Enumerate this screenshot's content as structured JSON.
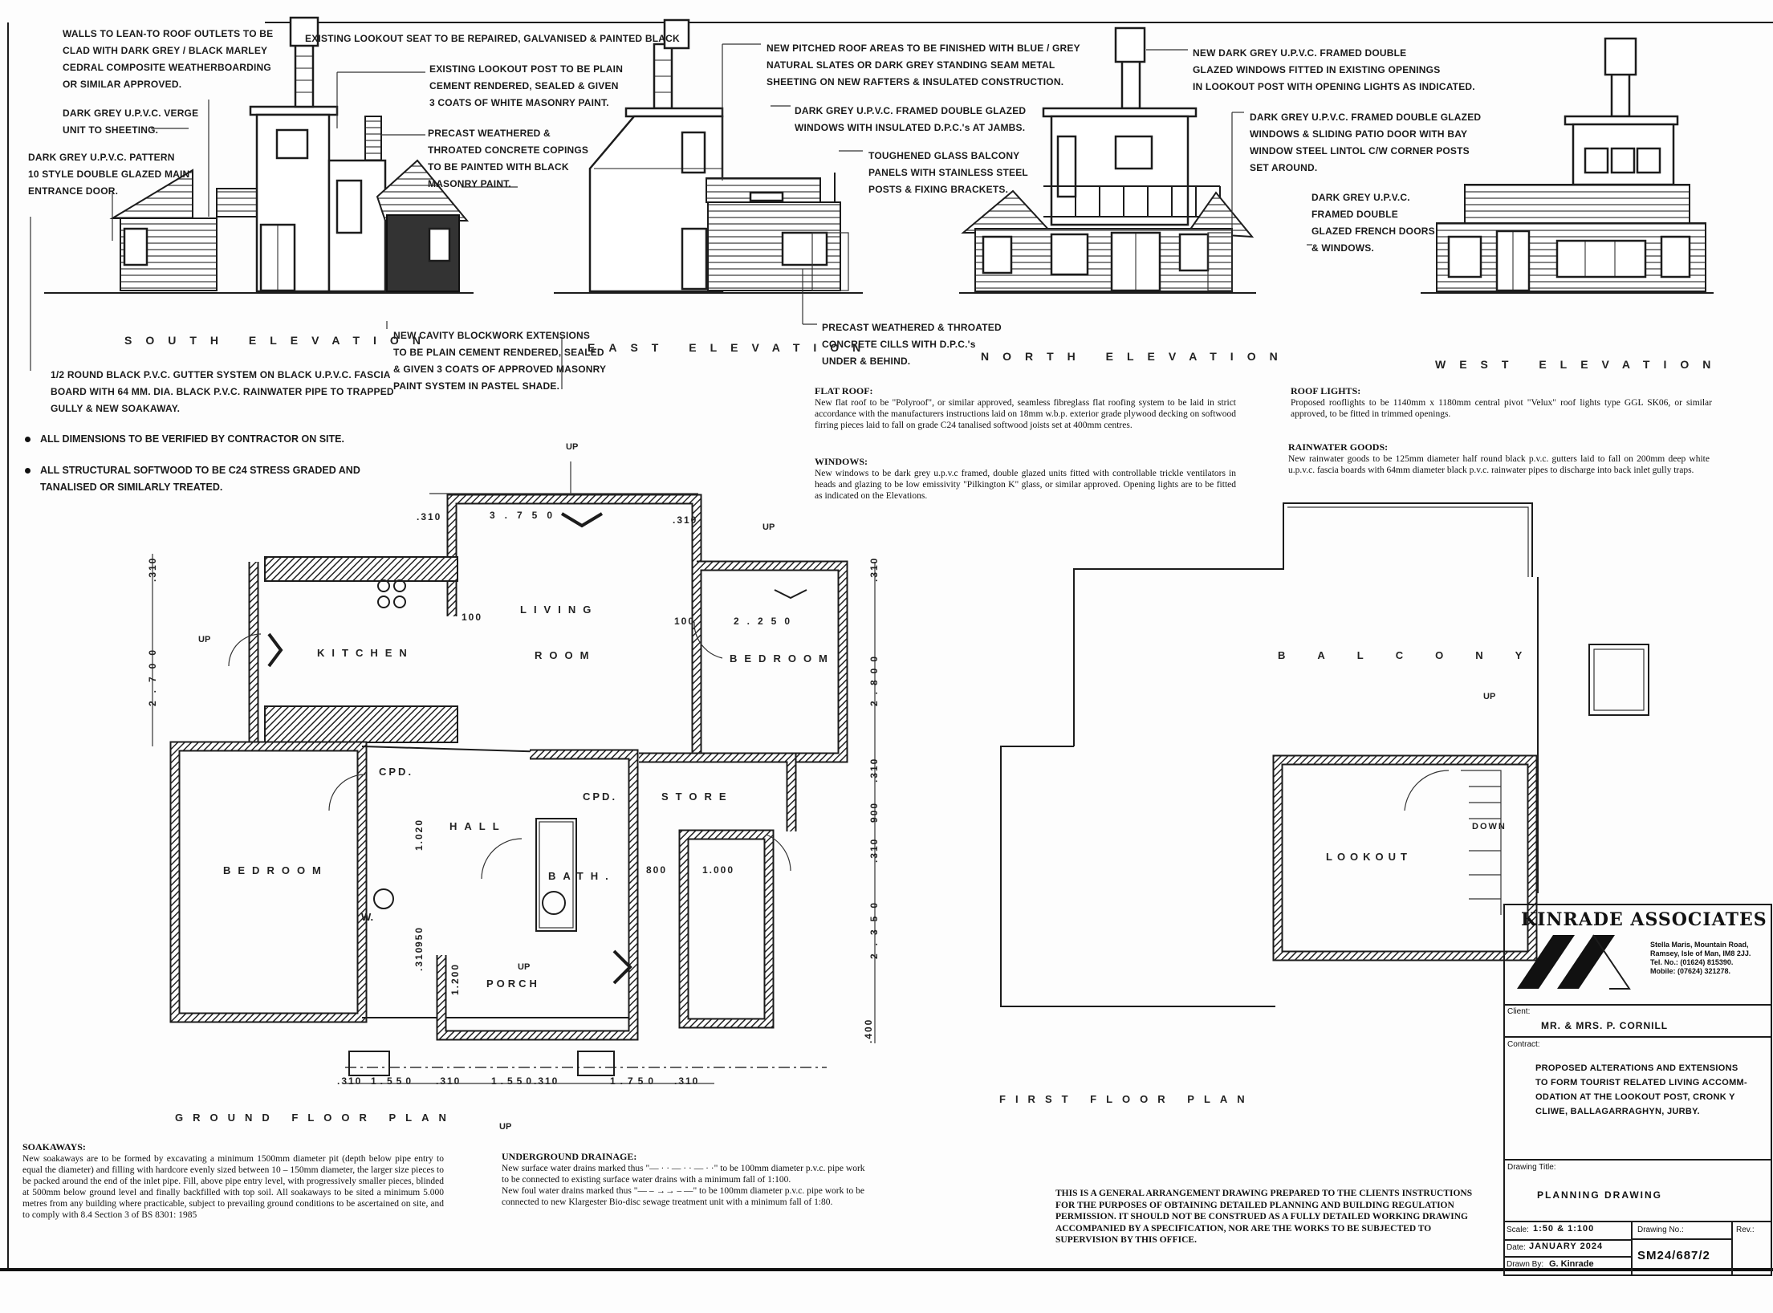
{
  "elevations": {
    "labels": {
      "south": "SOUTH ELEVATION",
      "east": "EAST ELEVATION",
      "north": "NORTH ELEVATION",
      "west": "WEST ELEVATION"
    },
    "annotations": [
      {
        "lines": [
          "WALLS TO LEAN-TO ROOF OUTLETS TO BE",
          "CLAD WITH DARK GREY / BLACK MARLEY",
          "CEDRAL COMPOSITE WEATHERBOARDING",
          "OR SIMILAR APPROVED."
        ]
      },
      {
        "lines": [
          "DARK GREY U.P.V.C. VERGE",
          "UNIT TO SHEETING."
        ]
      },
      {
        "lines": [
          "DARK GREY U.P.V.C. PATTERN",
          "10 STYLE DOUBLE GLAZED MAIN",
          "ENTRANCE DOOR."
        ]
      },
      {
        "lines": [
          "EXISTING LOOKOUT SEAT TO BE REPAIRED, GALVANISED & PAINTED BLACK"
        ]
      },
      {
        "lines": [
          "EXISTING LOOKOUT POST TO BE PLAIN",
          "CEMENT RENDERED, SEALED & GIVEN",
          "3 COATS OF WHITE MASONRY PAINT."
        ]
      },
      {
        "lines": [
          "PRECAST WEATHERED &",
          "THROATED CONCRETE COPINGS",
          "TO BE PAINTED WITH BLACK",
          "MASONRY PAINT."
        ]
      },
      {
        "lines": [
          "1/2 ROUND BLACK P.V.C. GUTTER SYSTEM ON BLACK U.P.V.C. FASCIA",
          "BOARD WITH 64 MM. DIA. BLACK P.V.C. RAINWATER PIPE TO TRAPPED",
          "GULLY & NEW SOAKAWAY."
        ]
      },
      {
        "lines": [
          "NEW CAVITY BLOCKWORK EXTENSIONS",
          "TO BE PLAIN CEMENT RENDERED, SEALED",
          "& GIVEN 3 COATS OF APPROVED MASONRY",
          "PAINT SYSTEM IN PASTEL SHADE."
        ]
      },
      {
        "lines": [
          "NEW PITCHED ROOF AREAS TO BE FINISHED WITH BLUE / GREY",
          "NATURAL SLATES OR DARK GREY STANDING SEAM METAL",
          "SHEETING ON NEW RAFTERS & INSULATED CONSTRUCTION."
        ]
      },
      {
        "lines": [
          "DARK GREY U.P.V.C. FRAMED DOUBLE GLAZED",
          "WINDOWS WITH INSULATED D.P.C.'s AT JAMBS."
        ]
      },
      {
        "lines": [
          "TOUGHENED GLASS BALCONY",
          "PANELS WITH STAINLESS STEEL",
          "POSTS & FIXING BRACKETS."
        ]
      },
      {
        "lines": [
          "PRECAST WEATHERED & THROATED",
          "CONCRETE CILLS WITH D.P.C.'s",
          "UNDER & BEHIND."
        ]
      },
      {
        "lines": [
          "NEW DARK GREY U.P.V.C. FRAMED DOUBLE",
          "GLAZED WINDOWS FITTED IN EXISTING OPENINGS",
          "IN LOOKOUT POST WITH OPENING LIGHTS AS INDICATED."
        ]
      },
      {
        "lines": [
          "DARK GREY U.P.V.C. FRAMED DOUBLE GLAZED",
          "WINDOWS & SLIDING PATIO DOOR WITH BAY",
          "WINDOW STEEL LINTOL C/W CORNER POSTS",
          "SET AROUND."
        ]
      },
      {
        "lines": [
          "DARK GREY U.P.V.C.",
          "FRAMED DOUBLE",
          "GLAZED FRENCH DOORS",
          "& WINDOWS."
        ]
      }
    ]
  },
  "general_notes": [
    "ALL DIMENSIONS TO BE VERIFIED BY CONTRACTOR ON SITE.",
    "ALL STRUCTURAL SOFTWOOD TO BE C24 STRESS GRADED AND",
    "TANALISED OR SIMILARLY TREATED."
  ],
  "spec_notes": {
    "flat_roof": {
      "heading": "FLAT ROOF:",
      "body": "New flat roof to be \"Polyroof\", or similar approved, seamless fibreglass flat roofing system to be laid in strict accordance with the manufacturers instructions laid on 18mm w.b.p. exterior grade plywood decking on softwood firring pieces laid to fall on grade C24 tanalised softwood joists set at 400mm centres."
    },
    "windows": {
      "heading": "WINDOWS:",
      "body": "New windows to be dark grey u.p.v.c framed, double glazed units fitted with controllable trickle ventilators in heads and glazing to be low emissivity \"Pilkington K\" glass, or similar approved. Opening lights are to be fitted as indicated on the Elevations."
    },
    "roof_lights": {
      "heading": "ROOF LIGHTS:",
      "body": "Proposed rooflights to be 1140mm x 1180mm central pivot \"Velux\" roof lights type GGL SK06, or similar approved, to be fitted in trimmed openings."
    },
    "rainwater": {
      "heading": "RAINWATER GOODS:",
      "body": "New rainwater goods to be 125mm diameter half round black p.v.c. gutters laid to fall on 200mm deep white u.p.v.c. fascia boards with 64mm diameter black p.v.c. rainwater pipes to discharge into back inlet gully traps."
    },
    "soakaways": {
      "heading": "SOAKAWAYS:",
      "body": "New soakaways are to be formed by excavating a minimum 1500mm diameter pit (depth below pipe entry to equal the diameter) and filling with hardcore evenly sized between 10 – 150mm diameter, the larger size pieces to be packed around the end of the inlet pipe. Fill, above pipe entry level, with progressively smaller pieces, blinded at 500mm below ground level and finally backfilled with top soil. All soakaways to be sited a minimum 5.000 metres from any building where practicable, subject to prevailing ground conditions to be ascertained on site, and to comply with 8.4 Section 3 of BS 8301: 1985"
    },
    "drainage": {
      "heading": "UNDERGROUND DRAINAGE:",
      "lines": [
        "New surface water drains marked thus \"— · · — · · — · ·\" to be 100mm diameter p.v.c. pipe work",
        "to be connected to existing surface water drains with a minimum fall of 1:100.",
        "New foul water drains marked thus \"— – →→ – —\" to be 100mm diameter p.v.c. pipe work to be",
        "connected to new Klargester Bio-disc sewage treatment unit with a minimum fall of 1:80."
      ]
    },
    "disclaimer": "THIS IS A GENERAL ARRANGEMENT DRAWING PREPARED TO THE CLIENTS INSTRUCTIONS FOR THE PURPOSES OF OBTAINING DETAILED PLANNING AND BUILDING REGULATION PERMISSION. IT SHOULD NOT BE CONSTRUED AS A FULLY DETAILED WORKING DRAWING ACCOMPANIED BY A SPECIFICATION, NOR ARE THE WORKS TO BE SUBJECTED TO SUPERVISION BY THIS OFFICE."
  },
  "ground_floor": {
    "label": "GROUND FLOOR PLAN",
    "rooms": {
      "kitchen": "KITCHEN",
      "living_1": "LIVING",
      "living_2": "ROOM",
      "bedroom_right": "BEDROOM",
      "bedroom_left": "BEDROOM",
      "hall": "HALL",
      "store": "STORE",
      "bath": "BATH.",
      "cpd_1": "CPD.",
      "cpd_2": "CPD.",
      "porch": "PORCH",
      "wc": "W."
    },
    "up_labels": [
      "UP",
      "UP",
      "UP",
      "UP",
      "UP"
    ],
    "dimensions": [
      ".310",
      "3.750",
      ".310",
      "2.250",
      ".310",
      "2.700",
      ".310",
      "2.800",
      ".310",
      "900",
      ".310",
      "2.350",
      ".400",
      ".310",
      "1.550",
      ".310",
      "1.550",
      ".310",
      "1.750",
      ".310",
      "800",
      "1.000",
      "100",
      "100",
      "1.200",
      "1.020",
      "950",
      ".310"
    ]
  },
  "first_floor": {
    "label": "FIRST FLOOR PLAN",
    "rooms": {
      "balcony": "BALCONY",
      "lookout": "LOOKOUT"
    },
    "up": "UP",
    "down": "DOWN"
  },
  "title_block": {
    "company": "KINRADE ASSOCIATES",
    "address": [
      "Stella Maris, Mountain Road,",
      "Ramsey, Isle of Man, IM8 2JJ.",
      "Tel. No.: (01624) 815390.",
      "Mobile: (07624) 321278."
    ],
    "client_caption": "Client:",
    "client": "MR. & MRS. P. CORNILL",
    "contract_caption": "Contract:",
    "contract": [
      "PROPOSED ALTERATIONS AND EXTENSIONS",
      "TO FORM TOURIST RELATED LIVING ACCOMM-",
      "ODATION AT THE LOOKOUT POST, CRONK Y",
      "CLIWE, BALLAGARRAGHYN, JURBY."
    ],
    "drawing_title_caption": "Drawing Title:",
    "drawing_title": "PLANNING DRAWING",
    "scale_caption": "Scale:",
    "scale": "1:50 & 1:100",
    "date_caption": "Date:",
    "date": "JANUARY 2024",
    "drawn_caption": "Drawn By:",
    "drawn_by": "G. Kinrade",
    "drawing_no_caption": "Drawing No.:",
    "drawing_no": "SM24/687/2",
    "rev_caption": "Rev.:"
  }
}
